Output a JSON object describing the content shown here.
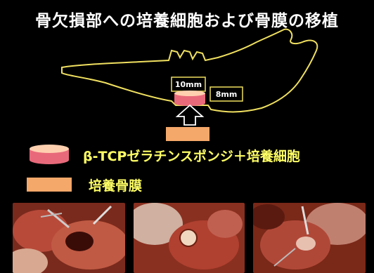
{
  "title": "骨欠損部への培養細胞および骨膜の移植",
  "diagram": {
    "label_width": "10mm",
    "label_height": "8mm"
  },
  "legend": [
    {
      "icon": "sponge-disc-icon",
      "text": "β-TCPゼラチンスポンジ＋培養細胞"
    },
    {
      "icon": "periosteum-block-icon",
      "text": "培養骨膜"
    }
  ],
  "colors": {
    "outline": "#f0e060",
    "legend_text": "#ffff66",
    "block": "#f4a86a",
    "sponge_top": "#ffd0b0",
    "sponge_side": "#e86a7a"
  },
  "photos": [
    {
      "name": "surgery-photo-1"
    },
    {
      "name": "surgery-photo-2"
    },
    {
      "name": "surgery-photo-3"
    }
  ]
}
